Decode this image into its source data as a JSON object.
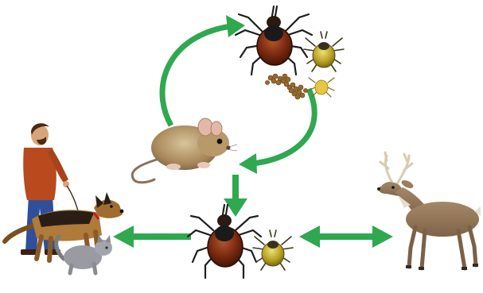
{
  "diagram": {
    "background_color": "#ffffff",
    "arrow_color": "#2fa84f",
    "nodes": [
      {
        "id": "adult-tick-top",
        "icon": "tick-icon"
      },
      {
        "id": "nymph-tick-top",
        "icon": "tick-icon"
      },
      {
        "id": "tick-eggs",
        "icon": "egg-cluster-icon"
      },
      {
        "id": "larva",
        "icon": "larva-icon"
      },
      {
        "id": "mouse",
        "icon": "mouse-icon"
      },
      {
        "id": "adult-tick-bottom",
        "icon": "tick-icon"
      },
      {
        "id": "nymph-tick-bottom",
        "icon": "tick-icon"
      },
      {
        "id": "deer",
        "icon": "deer-icon"
      },
      {
        "id": "human",
        "icon": "person-icon"
      },
      {
        "id": "dog",
        "icon": "dog-icon"
      },
      {
        "id": "cat",
        "icon": "cat-icon"
      }
    ],
    "edges": [
      {
        "from": "mouse",
        "to": "adult-tick-top",
        "style": "curved"
      },
      {
        "from": "tick-eggs",
        "to": "mouse",
        "style": "curved"
      },
      {
        "from": "mouse",
        "to": "adult-tick-bottom",
        "style": "straight"
      },
      {
        "from": "adult-tick-bottom",
        "to": "human",
        "style": "straight"
      },
      {
        "from": "adult-tick-bottom",
        "to": "deer",
        "style": "double-headed"
      }
    ]
  }
}
